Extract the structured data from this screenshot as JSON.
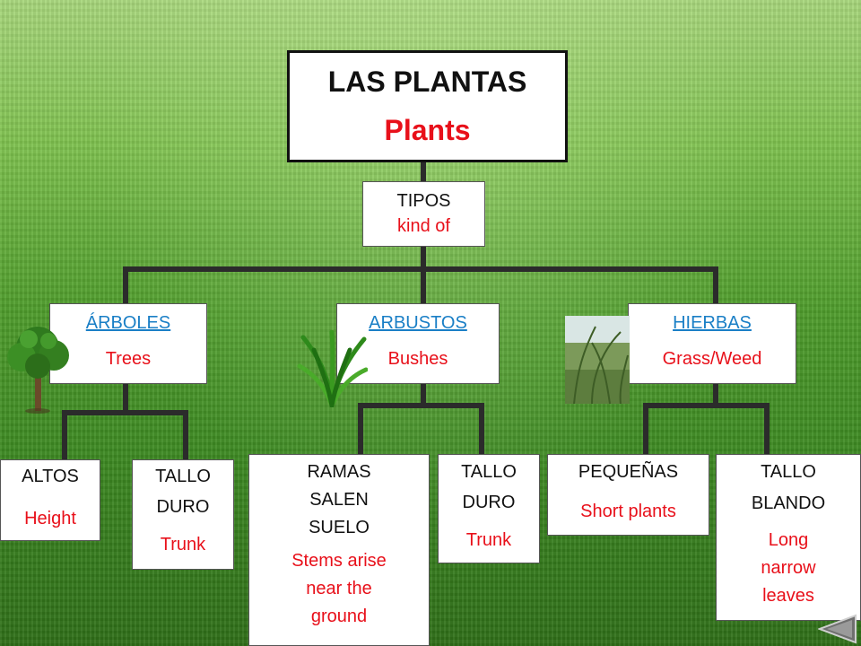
{
  "root": {
    "title": "LAS PLANTAS",
    "subtitle": "Plants"
  },
  "types": {
    "label": "TIPOS",
    "sublabel": "kind of"
  },
  "categories": [
    {
      "label": "ÁRBOLES",
      "sublabel": "Trees",
      "image": "tree-icon"
    },
    {
      "label": "ARBUSTOS",
      "sublabel": "Bushes",
      "image": "bush-icon"
    },
    {
      "label": "HIERBAS",
      "sublabel": "Grass/Weed",
      "image": "grass-photo"
    }
  ],
  "features": {
    "arboles": [
      {
        "lines": [
          "ALTOS"
        ],
        "translation": [
          "Height"
        ]
      },
      {
        "lines": [
          "TALLO",
          "DURO"
        ],
        "translation": [
          "Trunk"
        ]
      }
    ],
    "arbustos": [
      {
        "lines": [
          "RAMAS",
          "SALEN",
          "SUELO"
        ],
        "translation": [
          "Stems arise",
          "near the",
          "ground"
        ]
      },
      {
        "lines": [
          "TALLO",
          "DURO"
        ],
        "translation": [
          "Trunk"
        ]
      }
    ],
    "hierbas": [
      {
        "lines": [
          "PEQUEÑAS"
        ],
        "translation": [
          "Short plants"
        ]
      },
      {
        "lines": [
          "TALLO",
          "BLANDO"
        ],
        "translation": [
          "Long",
          "narrow",
          "leaves"
        ]
      }
    ]
  },
  "nav": {
    "icon": "previous-slide-icon"
  },
  "colors": {
    "translation": "#e8101a",
    "link": "#1a7fc6",
    "background": "#4f9d2c"
  }
}
